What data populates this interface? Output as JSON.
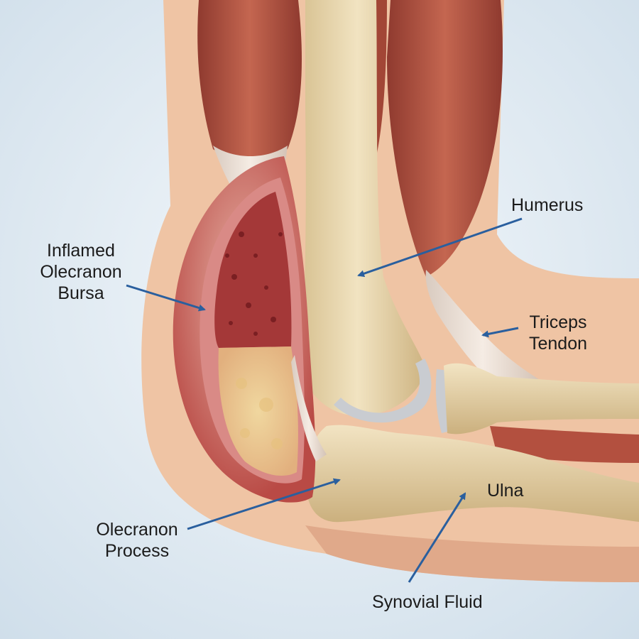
{
  "labels": {
    "humerus": "Humerus",
    "inflamed_bursa": [
      "Inflamed",
      "Olecranon",
      "Bursa"
    ],
    "triceps_tendon": [
      "Triceps",
      "Tendon"
    ],
    "ulna": "Ulna",
    "olecranon_process": [
      "Olecranon",
      "Process"
    ],
    "synovial_fluid": "Synovial Fluid"
  },
  "colors": {
    "background": "#dfeaf3",
    "skin": "#efc4a4",
    "muscle": "#b0503f",
    "bone": "#e9d7b0",
    "cartilage": "#c9ccd1",
    "bursa_wall": "#d98a86",
    "bursa_inflamed": "#a43838",
    "synovial_fluid": "#ecd092",
    "arrow": "#2a5f9e"
  }
}
